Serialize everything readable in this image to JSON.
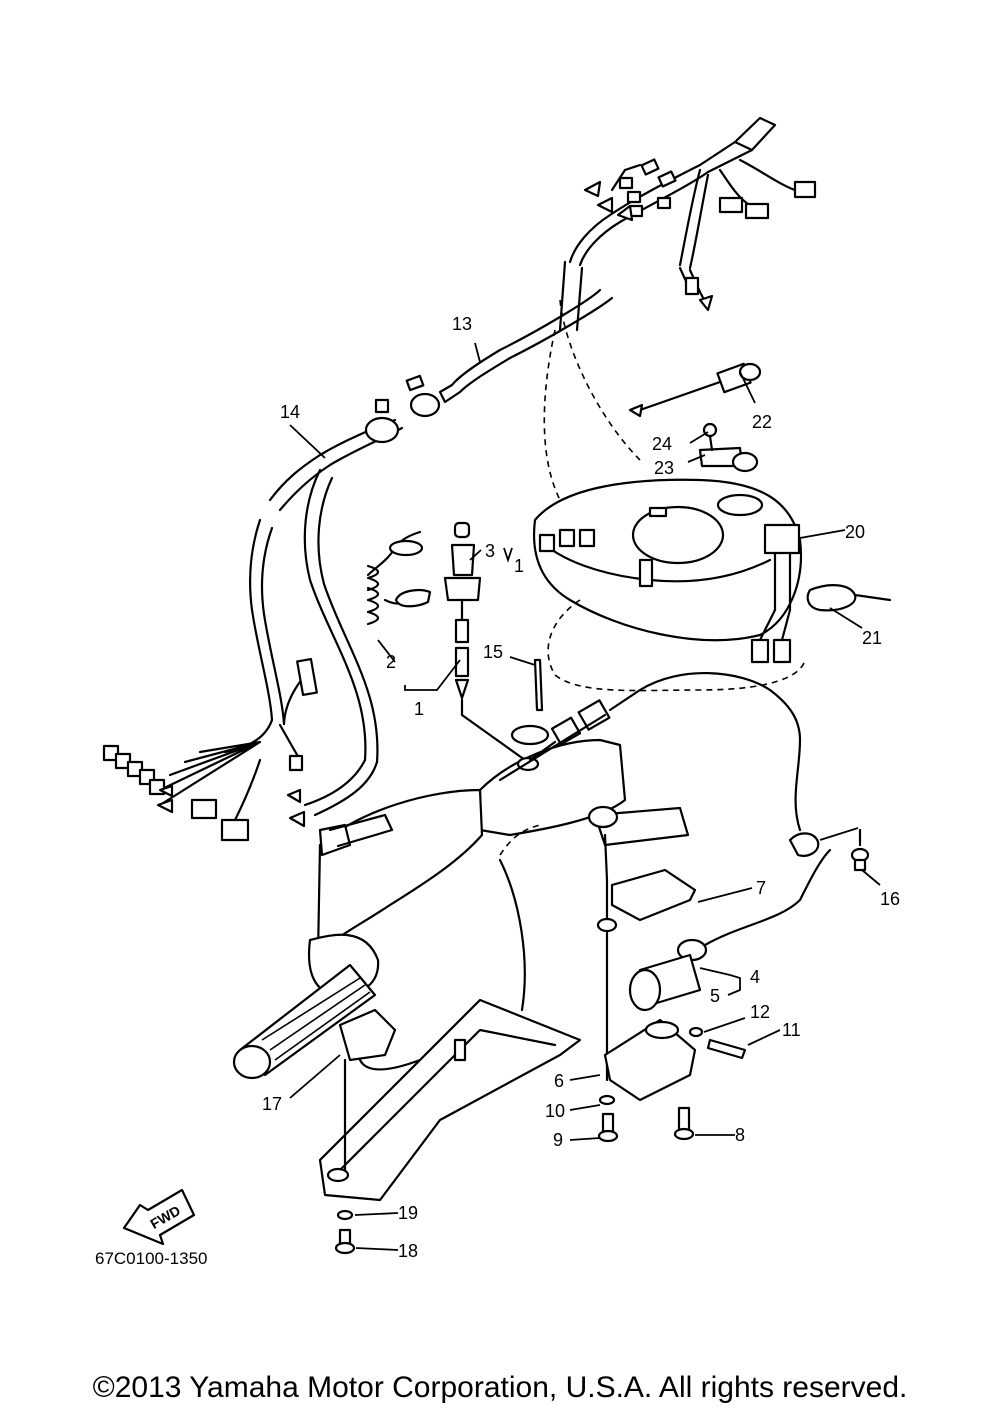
{
  "diagram_code": "67C0100-1350",
  "fwd_label": "FWD",
  "copyright": "©2013 Yamaha Motor Corporation, U.S.A. All rights reserved.",
  "callouts": {
    "c1": "1",
    "c1b": "1",
    "c2": "2",
    "c3": "3",
    "c4": "4",
    "c5": "5",
    "c6": "6",
    "c7": "7",
    "c8": "8",
    "c9": "9",
    "c10": "10",
    "c11": "11",
    "c12": "12",
    "c13": "13",
    "c14": "14",
    "c15": "15",
    "c16": "16",
    "c17": "17",
    "c18": "18",
    "c19": "19",
    "c20": "20",
    "c21": "21",
    "c22": "22",
    "c23": "23",
    "c24": "24"
  }
}
